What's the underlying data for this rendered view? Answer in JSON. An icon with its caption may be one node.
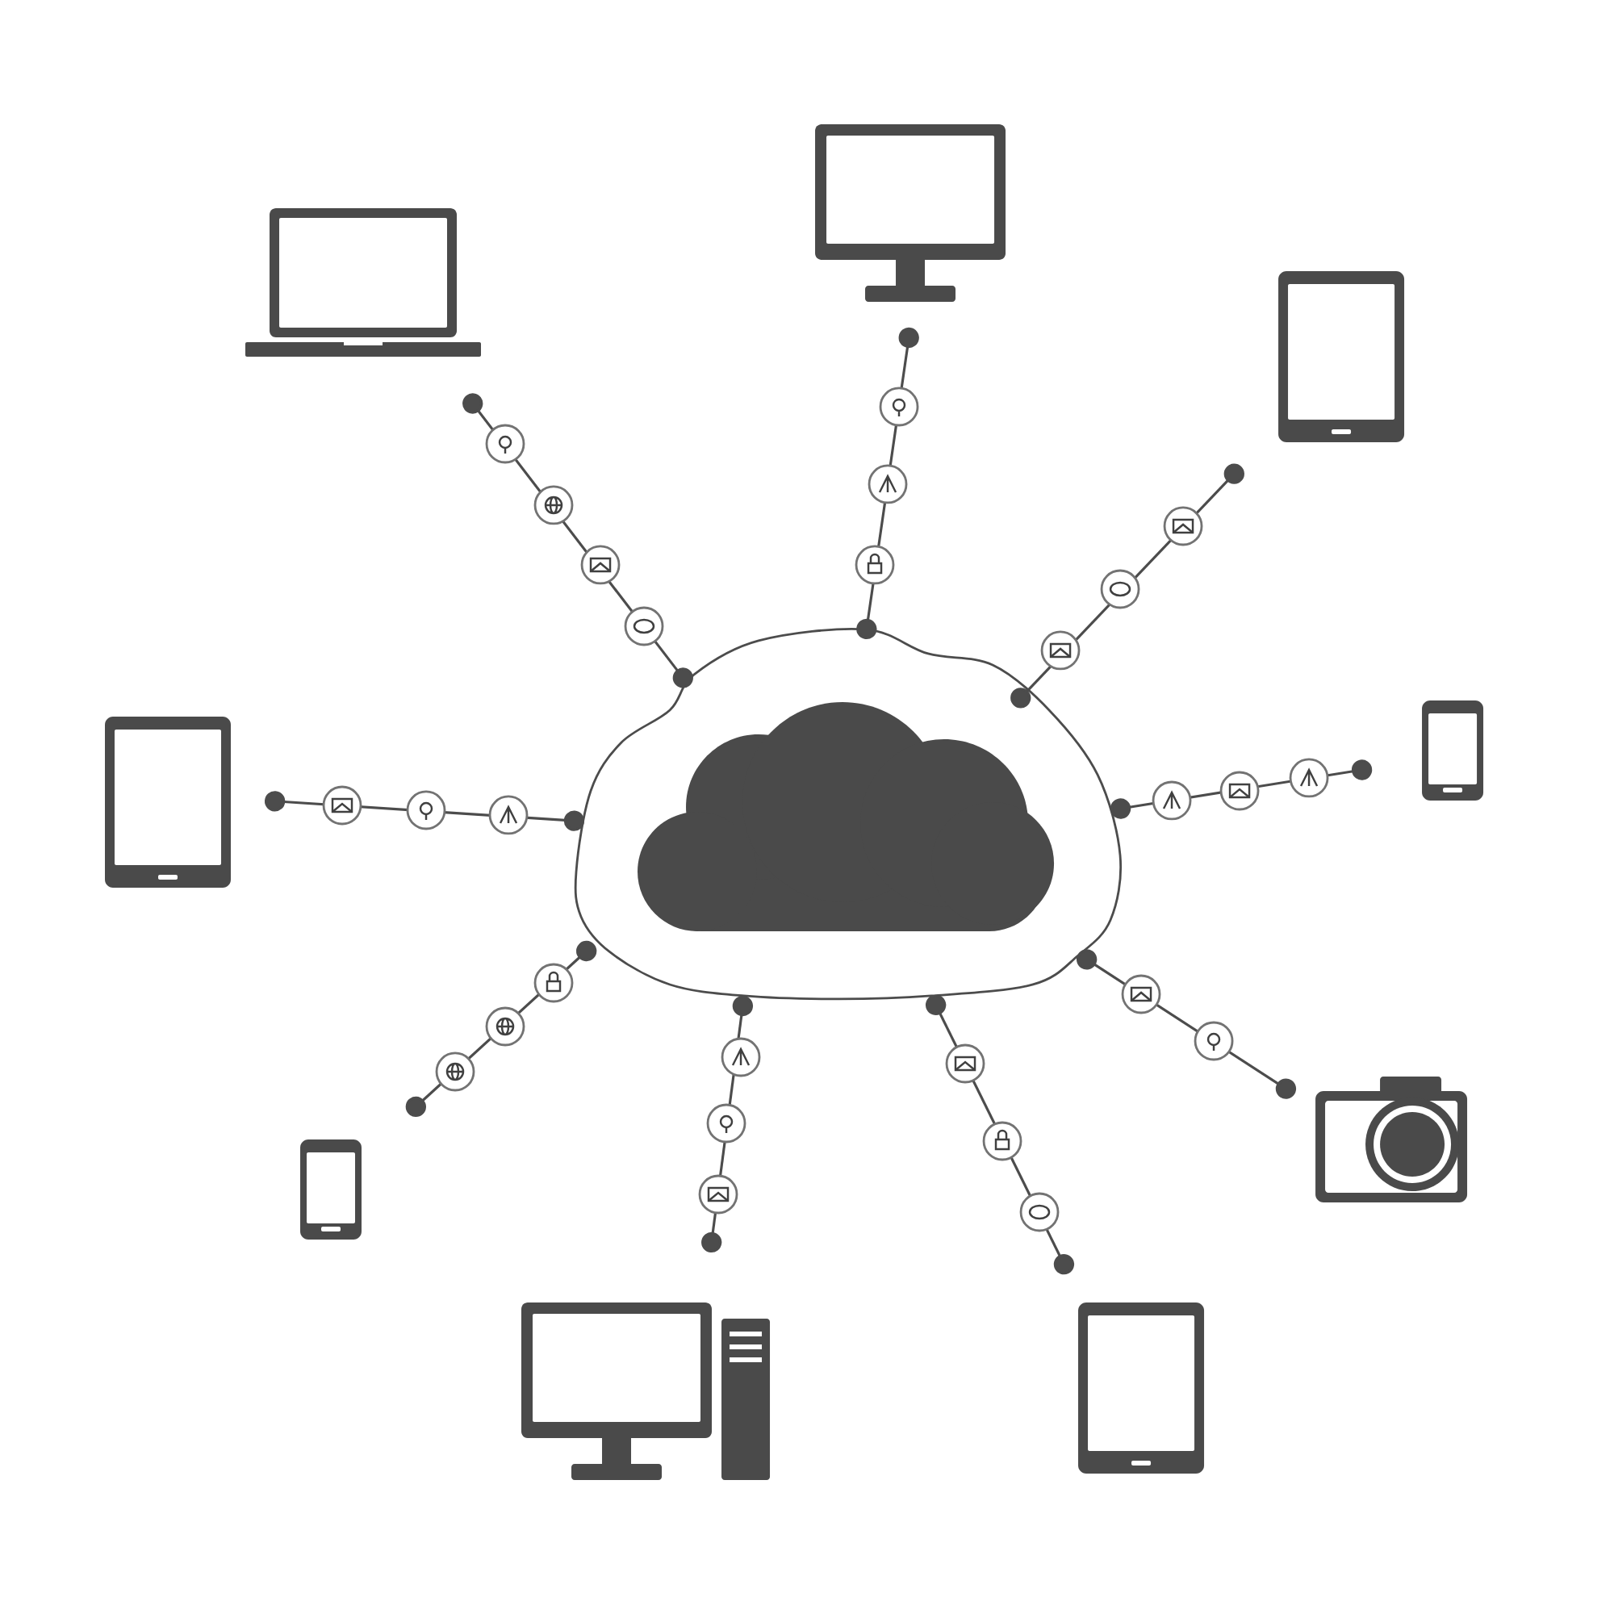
{
  "diagram": {
    "nodes": [
      {
        "text": [],
        "shape": "laptop"
      },
      {
        "text": [],
        "shape": "monitor"
      },
      {
        "text": [],
        "shape": "tablet"
      },
      {
        "text": [],
        "shape": "phone"
      },
      {
        "text": [],
        "shape": "tablet"
      },
      {
        "text": [],
        "shape": "cloud"
      },
      {
        "text": [],
        "shape": "camera"
      },
      {
        "text": [],
        "shape": "phone"
      },
      {
        "text": [],
        "shape": "computer"
      },
      {
        "text": [],
        "shape": "tablet"
      }
    ],
    "edges": [
      {
        "from": 5,
        "to": 0,
        "arrow": "other"
      },
      {
        "from": 5,
        "to": 1,
        "arrow": "other"
      },
      {
        "from": 5,
        "to": 2,
        "arrow": "other"
      },
      {
        "from": 5,
        "to": 3,
        "arrow": "other"
      },
      {
        "from": 5,
        "to": 4,
        "arrow": "other"
      },
      {
        "from": 5,
        "to": 6,
        "arrow": "other"
      },
      {
        "from": 5,
        "to": 7,
        "arrow": "other"
      },
      {
        "from": 5,
        "to": 8,
        "arrow": "other"
      },
      {
        "from": 5,
        "to": 9,
        "arrow": "other"
      }
    ]
  }
}
